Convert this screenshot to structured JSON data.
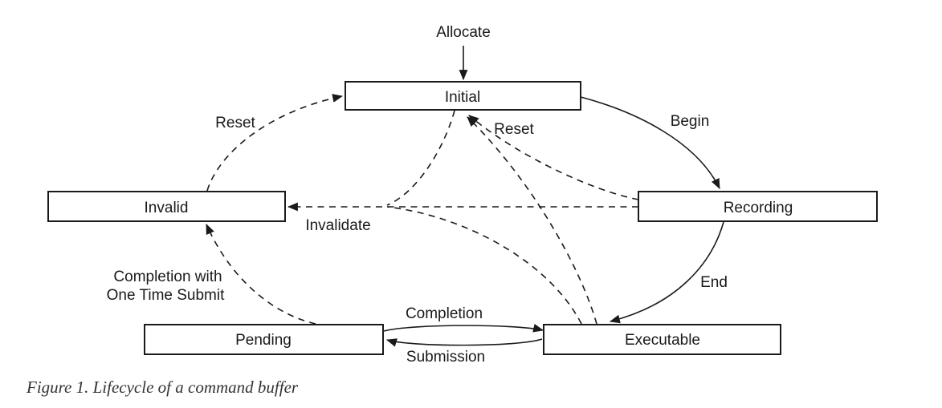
{
  "diagram": {
    "title_context": "Command buffer lifecycle state diagram",
    "caption": "Figure 1. Lifecycle of a command buffer",
    "colors": {
      "line": "#1a1a1a",
      "background": "#ffffff",
      "caption_text": "#333333"
    },
    "nodes": {
      "initial": "Initial",
      "recording": "Recording",
      "executable": "Executable",
      "pending": "Pending",
      "invalid": "Invalid"
    },
    "edges": {
      "allocate": "Allocate",
      "begin": "Begin",
      "end": "End",
      "completion": "Completion",
      "submission": "Submission",
      "reset_left": "Reset",
      "reset_right": "Reset",
      "invalidate": "Invalidate",
      "completion_one_time_line1": "Completion with",
      "completion_one_time_line2": "One Time Submit"
    },
    "edge_semantics": [
      {
        "label": "Allocate",
        "from": "(external)",
        "to": "Initial",
        "style": "solid"
      },
      {
        "label": "Begin",
        "from": "Initial",
        "to": "Recording",
        "style": "solid"
      },
      {
        "label": "End",
        "from": "Recording",
        "to": "Executable",
        "style": "solid"
      },
      {
        "label": "Completion",
        "from": "Pending",
        "to": "Executable",
        "style": "solid"
      },
      {
        "label": "Submission",
        "from": "Executable",
        "to": "Pending",
        "style": "solid"
      },
      {
        "label": "Reset",
        "from": "Invalid",
        "to": "Initial",
        "style": "dashed"
      },
      {
        "label": "Reset",
        "from": "Recording",
        "to": "Initial",
        "style": "dashed"
      },
      {
        "label": "Reset",
        "from": "Executable",
        "to": "Initial",
        "style": "dashed"
      },
      {
        "label": "Invalidate",
        "from": "Initial",
        "to": "Invalid",
        "style": "dashed"
      },
      {
        "label": "Invalidate",
        "from": "Recording",
        "to": "Invalid",
        "style": "dashed"
      },
      {
        "label": "Invalidate",
        "from": "Executable",
        "to": "Invalid",
        "style": "dashed"
      },
      {
        "label": "Completion with One Time Submit",
        "from": "Pending",
        "to": "Invalid",
        "style": "dashed"
      }
    ]
  }
}
